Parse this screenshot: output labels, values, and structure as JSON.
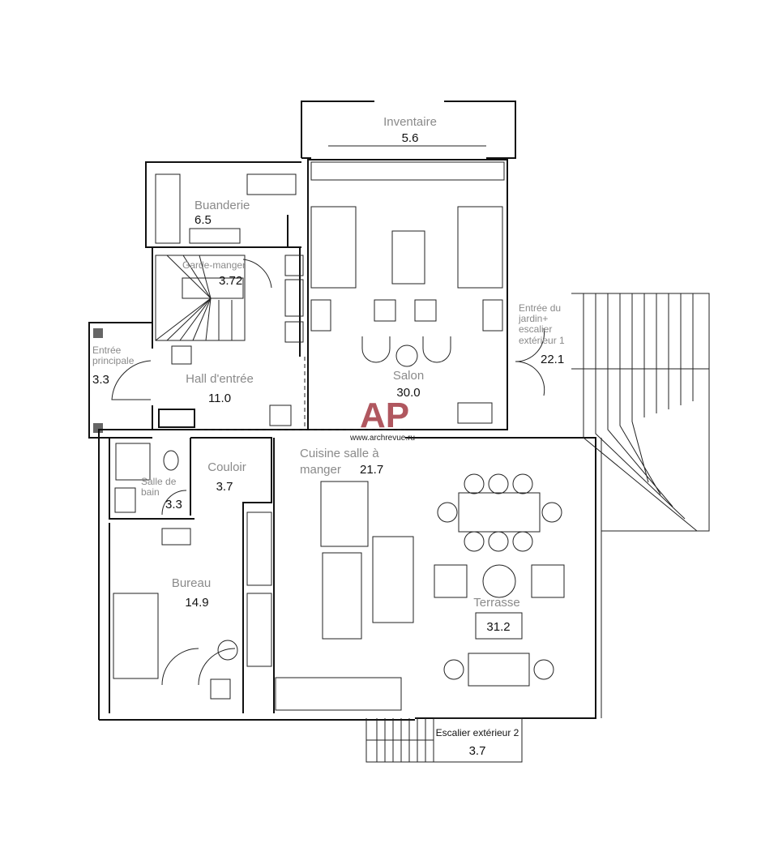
{
  "rooms": {
    "inventaire": {
      "name": "Inventaire",
      "area": "5.6"
    },
    "buanderie": {
      "name": "Buanderie",
      "area": "6.5"
    },
    "garde_manger": {
      "name": "Garde-manger",
      "area": "3.72"
    },
    "entree_principale": {
      "name_1": "Entrée",
      "name_2": "principale",
      "area": "3.3"
    },
    "hall": {
      "name": "Hall d'entrée",
      "area": "11.0"
    },
    "salon": {
      "name": "Salon",
      "area": "30.0"
    },
    "entree_jardin": {
      "name_1": "Entrée du",
      "name_2": "jardin+",
      "name_3": "escalier",
      "name_4": "extérieur 1",
      "area": "22.1"
    },
    "salle_de_bain": {
      "name_1": "Salle de",
      "name_2": "bain",
      "area": "3.3"
    },
    "couloir": {
      "name": "Couloir",
      "area": "3.7"
    },
    "cuisine": {
      "name_1": "Cuisine salle à",
      "name_2": "manger",
      "area": "21.7"
    },
    "bureau": {
      "name": "Bureau",
      "area": "14.9"
    },
    "terrasse": {
      "name": "Terrasse",
      "area": "31.2"
    },
    "escalier_2": {
      "name": "Escalier extérieur 2",
      "area": "3.7"
    }
  },
  "watermark": {
    "logo": "AP",
    "url": "www.archrevue.ru"
  }
}
